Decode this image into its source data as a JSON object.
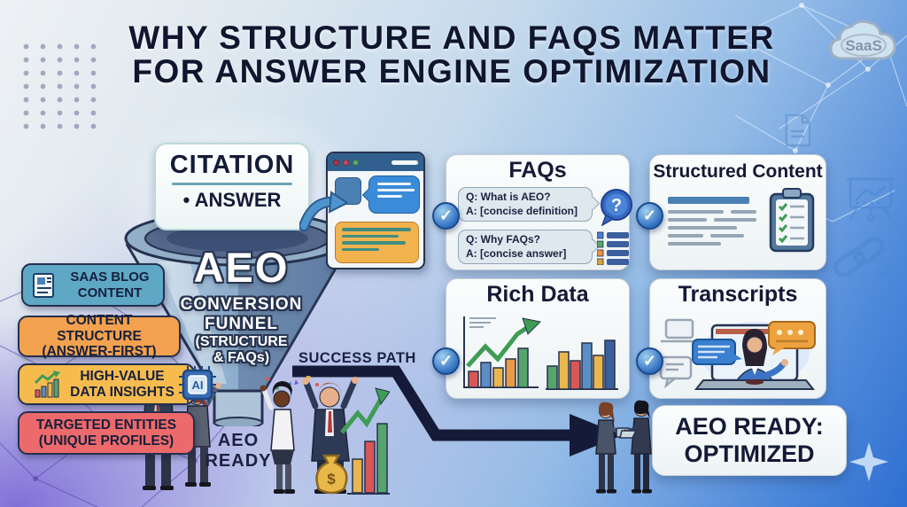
{
  "title": {
    "line1": "WHY STRUCTURE AND FAQS MATTER",
    "line2": "FOR ANSWER ENGINE OPTIMIZATION"
  },
  "badge": {
    "label": "SaaS"
  },
  "citation_card": {
    "title": "CITATION",
    "bullet": "• ANSWER"
  },
  "funnel": {
    "acronym": "AEO",
    "label_line1": "CONVERSION",
    "label_line2": "FUNNEL",
    "label_line3": "(STRUCTURE",
    "label_line4": "& FAQs)"
  },
  "inputs": [
    {
      "label": "SAAS BLOG CONTENT",
      "color": "#5ea8c6"
    },
    {
      "label": "CONTENT STRUCTURE (ANSWER-FIRST)",
      "color": "#f2a14e"
    },
    {
      "label": "HIGH-VALUE DATA INSIGHTS",
      "color": "#f6bb4f",
      "chip_label": "AI"
    },
    {
      "label": "TARGETED ENTITIES (UNIQUE PROFILES)",
      "color": "#ec6a6b"
    }
  ],
  "cards": {
    "faqs": {
      "title": "FAQs",
      "items": [
        {
          "q": "Q: What is AEO?",
          "a": "A: [concise definition]"
        },
        {
          "q": "Q: Why FAQs?",
          "a": "A: [concise answer]"
        }
      ]
    },
    "structured": {
      "title": "Structured Content"
    },
    "rich_data": {
      "title": "Rich Data"
    },
    "transcripts": {
      "title": "Transcripts"
    },
    "result": {
      "line1": "AEO READY:",
      "line2": "OPTIMIZED"
    }
  },
  "path": {
    "success_label": "SUCCESS PATH",
    "ready_line1": "AEO",
    "ready_line2": "READY"
  },
  "money_bag_symbol": "$",
  "question_mark": "?",
  "checkmark": "✓",
  "colors": {
    "navy_text": "#10162e",
    "teal_box": "#5ea8c6",
    "orange_box": "#f2a14e",
    "yellow_box": "#f6bb4f",
    "red_box": "#ec6a6b",
    "check_badge_blue": "#2f6dc0",
    "arrow_navy": "#141a38",
    "card_bg": "#f3f7f9",
    "bright_blue_bg": "#2e6fd0",
    "purple_bg": "#7a66d6"
  }
}
